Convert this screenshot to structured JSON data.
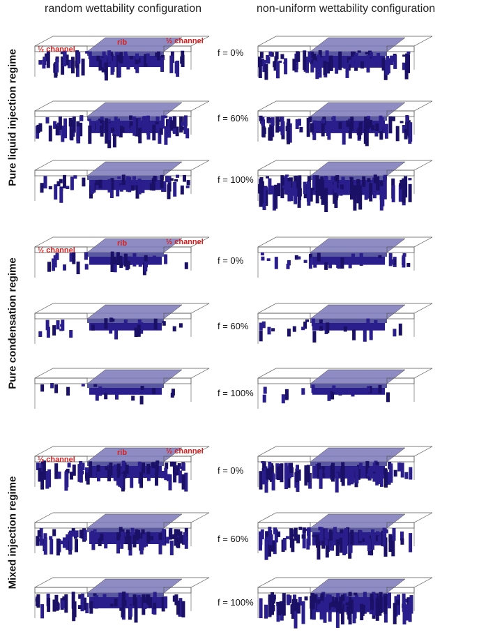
{
  "column_titles": {
    "left": "random wettability configuration",
    "right": "non-uniform wettability configuration"
  },
  "regimes": [
    {
      "label": "Pure liquid injection regime",
      "rows": [
        {
          "f": "f = 0%",
          "left_labels": {
            "channel_left": "½ channel",
            "rib": "rib",
            "channel_right": "½ channel"
          },
          "left_fill": 0.45,
          "right_fill": 0.5
        },
        {
          "f": "f = 60%",
          "left_fill": 0.55,
          "right_fill": 0.55
        },
        {
          "f": "f = 100%",
          "left_fill": 0.35,
          "right_fill": 0.75
        }
      ]
    },
    {
      "label": "Pure condensation regime",
      "rows": [
        {
          "f": "f = 0%",
          "left_labels": {
            "channel_left": "½ channel",
            "rib": "rib",
            "channel_right": "½ channel"
          },
          "left_fill": 0.2,
          "right_fill": 0.2
        },
        {
          "f": "f = 60%",
          "left_fill": 0.15,
          "right_fill": 0.15
        },
        {
          "f": "f = 100%",
          "left_fill": 0.1,
          "right_fill": 0.1
        }
      ]
    },
    {
      "label": "Mixed injection regime",
      "rows": [
        {
          "f": "f = 0%",
          "left_labels": {
            "channel_left": "½ channel",
            "rib": "rib",
            "channel_right": "½ channel"
          },
          "left_fill": 0.5,
          "right_fill": 0.55
        },
        {
          "f": "f = 60%",
          "left_fill": 0.5,
          "right_fill": 0.6
        },
        {
          "f": "f = 100%",
          "left_fill": 0.45,
          "right_fill": 0.75
        }
      ]
    }
  ],
  "colors": {
    "water": "#2a1d8c",
    "water_dark": "#1a1066",
    "rib": "#7a78b8",
    "frame": "#555555",
    "label_red": "#d42020"
  }
}
